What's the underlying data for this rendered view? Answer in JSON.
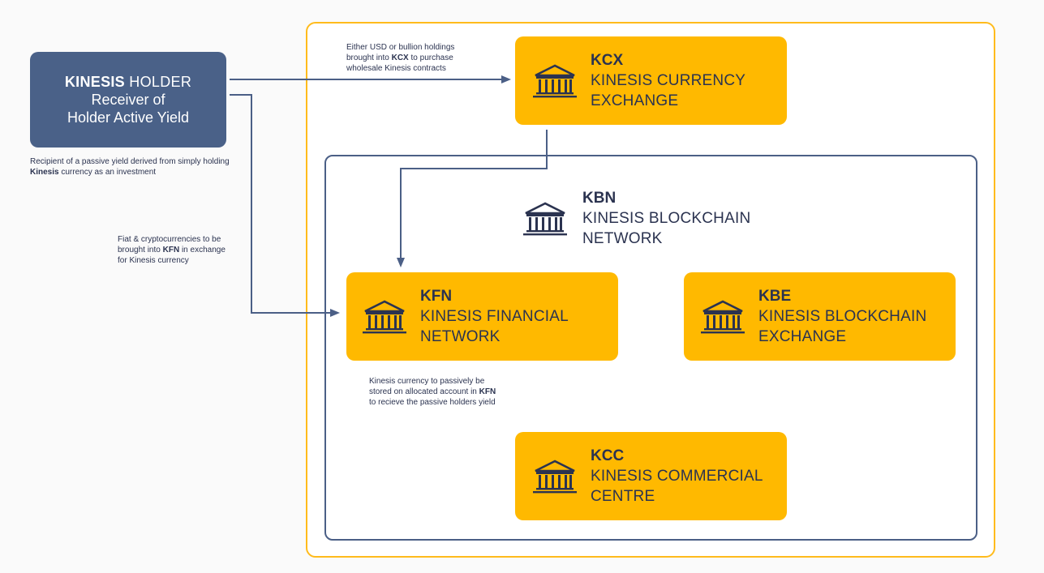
{
  "colors": {
    "outer_border": "#ffbb1c",
    "inner_border": "#4b5f86",
    "node_fill": "#ffb900",
    "holder_fill": "#4a6188",
    "connector": "#4b5f86",
    "text": "#2b3350"
  },
  "holder": {
    "title_bold": "KINESIS",
    "title_rest": " HOLDER",
    "line2": "Receiver of",
    "line3": "Holder Active Yield",
    "note_pre": "Recipient of a passive yield derived from simply holding ",
    "note_bold": "Kinesis",
    "note_post": " currency as an investment"
  },
  "nodes": {
    "kcx": {
      "abbr": "KCX",
      "line1": "KINESIS CURRENCY",
      "line2": "EXCHANGE",
      "icon": "bank-icon"
    },
    "kbn": {
      "abbr": "KBN",
      "line1": "KINESIS BLOCKCHAIN",
      "line2": "NETWORK",
      "icon": "bank-icon"
    },
    "kfn": {
      "abbr": "KFN",
      "line1": "KINESIS FINANCIAL",
      "line2": "NETWORK",
      "icon": "bank-icon"
    },
    "kbe": {
      "abbr": "KBE",
      "line1": "KINESIS BLOCKCHAIN",
      "line2": "EXCHANGE",
      "icon": "bank-icon"
    },
    "kcc": {
      "abbr": "KCC",
      "line1": "KINESIS COMMERCIAL",
      "line2": "CENTRE",
      "icon": "bank-icon"
    }
  },
  "notes": {
    "kcx_note": {
      "l1": "Either USD or bullion holdings",
      "l2_pre": "brought into ",
      "l2_bold": "KCX",
      "l2_post": " to purchase",
      "l3": "wholesale Kinesis contracts"
    },
    "fiat_note": {
      "l1": "Fiat & cryptocurrencies to be",
      "l2_pre": "brought into ",
      "l2_bold": "KFN",
      "l2_post": " in exchange",
      "l3": "for Kinesis currency"
    },
    "kfn_note": {
      "l1": "Kinesis currency to passively be",
      "l2_pre": "stored on allocated account in ",
      "l2_bold": "KFN",
      "l2_post": "",
      "l3": "to recieve the passive holders yield"
    }
  }
}
